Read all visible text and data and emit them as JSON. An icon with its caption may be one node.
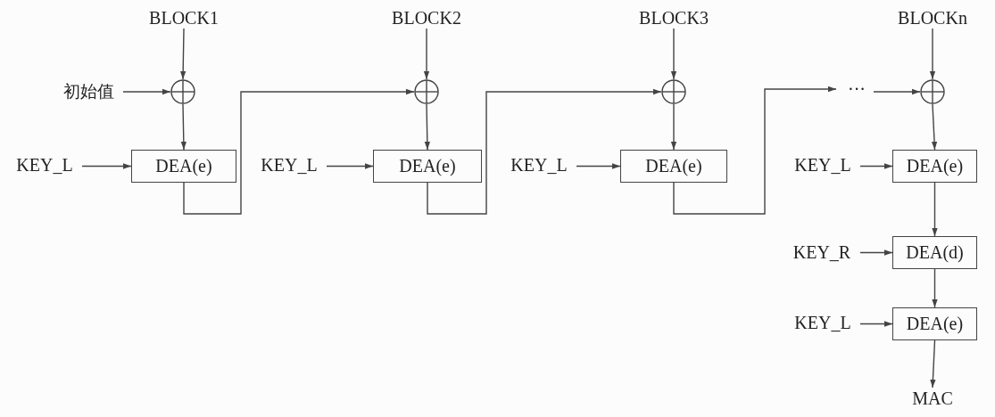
{
  "diagram": {
    "nodes": [
      {
        "text": [
          "BLOCK1"
        ]
      },
      {
        "text": [
          "BLOCK2"
        ]
      },
      {
        "text": [
          "BLOCK3"
        ]
      },
      {
        "text": [
          "BLOCKn"
        ]
      },
      {
        "text": [
          "初始值"
        ]
      },
      {
        "text": [],
        "shape": "circle"
      },
      {
        "text": [],
        "shape": "circle"
      },
      {
        "text": [],
        "shape": "circle"
      },
      {
        "text": [
          "···"
        ]
      },
      {
        "text": [],
        "shape": "circle"
      },
      {
        "text": [
          "KEY_L"
        ]
      },
      {
        "text": [
          "DEA(e)"
        ]
      },
      {
        "text": [
          "KEY_L"
        ]
      },
      {
        "text": [
          "DEA(e)"
        ]
      },
      {
        "text": [
          "KEY_L"
        ]
      },
      {
        "text": [
          "DEA(e)"
        ]
      },
      {
        "text": [
          "KEY_L"
        ]
      },
      {
        "text": [
          "DEA(e)"
        ]
      },
      {
        "text": [
          "KEY_R"
        ]
      },
      {
        "text": [
          "DEA(d)"
        ]
      },
      {
        "text": [
          "KEY_L"
        ]
      },
      {
        "text": [
          "DEA(e)"
        ]
      },
      {
        "text": [
          "MAC"
        ]
      }
    ],
    "edges": [
      {
        "from": 0,
        "to": 5,
        "arrow": "to"
      },
      {
        "from": 4,
        "to": 5,
        "arrow": "to"
      },
      {
        "from": 5,
        "to": 11,
        "arrow": "to"
      },
      {
        "from": 10,
        "to": 11,
        "arrow": "to"
      },
      {
        "from": 11,
        "to": 6,
        "arrow": "to"
      },
      {
        "from": 1,
        "to": 6,
        "arrow": "to"
      },
      {
        "from": 6,
        "to": 13,
        "arrow": "to"
      },
      {
        "from": 12,
        "to": 13,
        "arrow": "to"
      },
      {
        "from": 13,
        "to": 7,
        "arrow": "to"
      },
      {
        "from": 2,
        "to": 7,
        "arrow": "to"
      },
      {
        "from": 7,
        "to": 15,
        "arrow": "to"
      },
      {
        "from": 14,
        "to": 15,
        "arrow": "to"
      },
      {
        "from": 15,
        "to": 8,
        "arrow": "to"
      },
      {
        "from": 8,
        "to": 9,
        "arrow": "to"
      },
      {
        "from": 3,
        "to": 9,
        "arrow": "to"
      },
      {
        "from": 9,
        "to": 17,
        "arrow": "to"
      },
      {
        "from": 16,
        "to": 17,
        "arrow": "to"
      },
      {
        "from": 17,
        "to": 19,
        "arrow": "to"
      },
      {
        "from": 18,
        "to": 19,
        "arrow": "to"
      },
      {
        "from": 19,
        "to": 21,
        "arrow": "to"
      },
      {
        "from": 20,
        "to": 21,
        "arrow": "to"
      },
      {
        "from": 21,
        "to": 22,
        "arrow": "to"
      }
    ]
  }
}
